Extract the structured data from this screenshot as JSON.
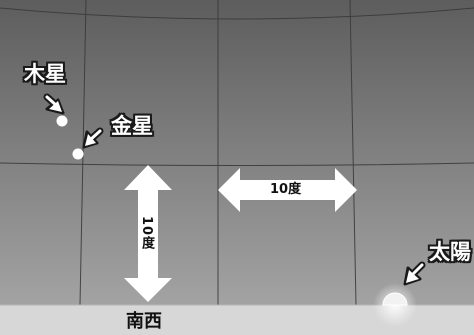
{
  "map": {
    "colors": {
      "sky_top": "#5d5d5d",
      "sky_bottom": "#a3a3a3",
      "grid": "#3a3a3a",
      "ground": "#d7d7d7",
      "planet": "#ffffff",
      "sun": "#f2f2f2"
    },
    "labels": {
      "jupiter": "木星",
      "venus": "金星",
      "sun": "太陽"
    },
    "scale": {
      "horizontal": "10度",
      "vertical": "10度"
    },
    "direction": "南西",
    "icons": {
      "pointer": "arrow-pointer-icon",
      "scale": "double-arrow-icon",
      "sun": "sun-icon"
    }
  }
}
